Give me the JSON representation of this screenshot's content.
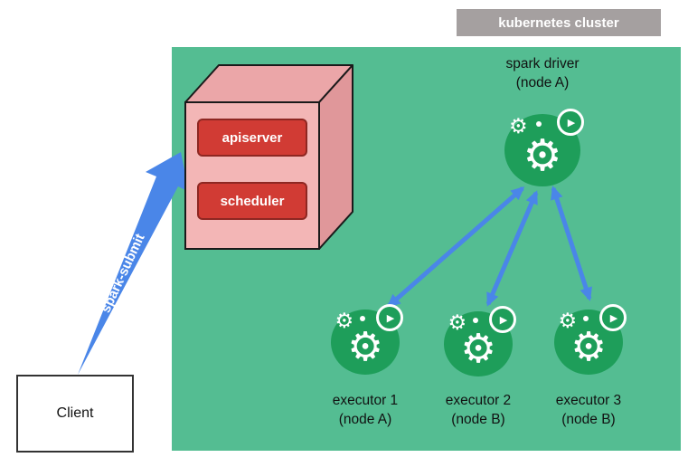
{
  "cluster": {
    "label": "kubernetes cluster"
  },
  "client": {
    "label": "Client"
  },
  "spark_submit": {
    "label": "spark-submit"
  },
  "control_plane": {
    "items": [
      {
        "label": "apiserver"
      },
      {
        "label": "scheduler"
      }
    ]
  },
  "driver": {
    "line1": "spark driver",
    "line2": "(node A)"
  },
  "executors": [
    {
      "line1": "executor 1",
      "line2": "(node A)"
    },
    {
      "line1": "executor 2",
      "line2": "(node B)"
    },
    {
      "line1": "executor 3",
      "line2": "(node B)"
    }
  ],
  "icons": {
    "gear": "⚙",
    "play": "▶"
  },
  "colors": {
    "cluster_bg": "#54bd92",
    "badge_bg": "#a5a0a0",
    "arrow_blue": "#4a86e8",
    "pod_green": "#1e9e5a",
    "cube_front": "#f3b6b6",
    "cube_top": "#eba6a8",
    "cube_side": "#e0979a",
    "panel_red": "#d13b34",
    "panel_border": "#8e2722"
  }
}
